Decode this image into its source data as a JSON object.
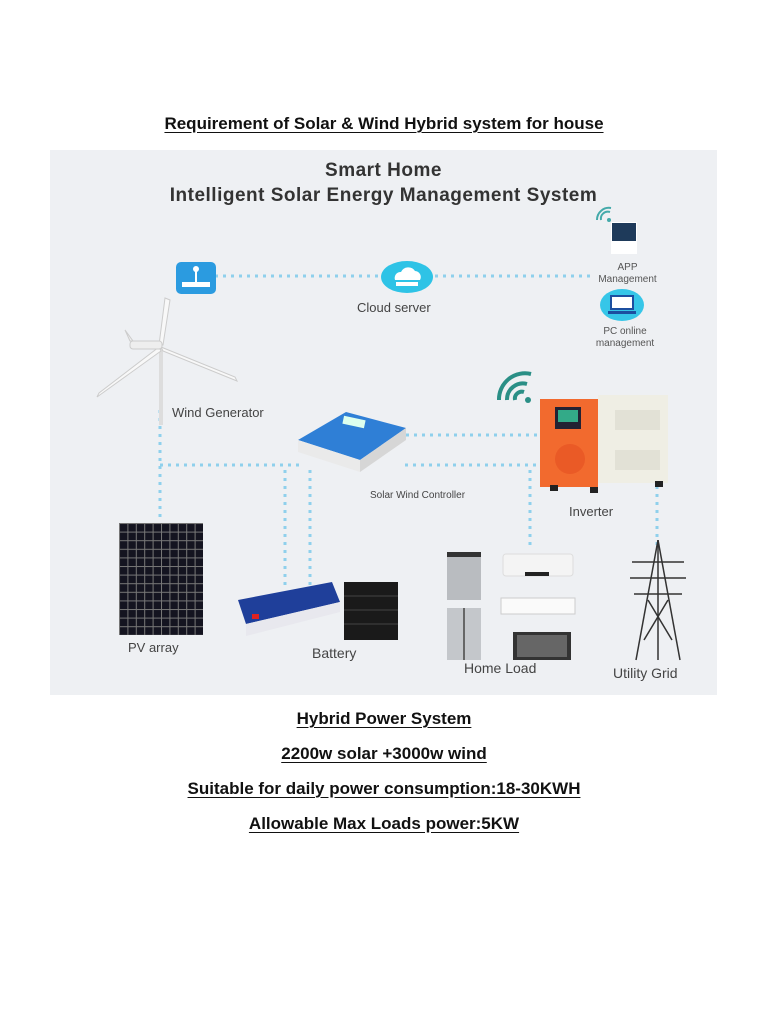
{
  "document": {
    "title": "Requirement of Solar & Wind Hybrid system for house"
  },
  "figure": {
    "heading_line1": "Smart Home",
    "heading_line2": "Intelligent Solar Energy Management System",
    "background_color": "#eef0f3",
    "connector_color": "#8fd0ec",
    "components": {
      "router": {
        "icon": "wifi-router-icon"
      },
      "cloud_server": {
        "label": "Cloud server",
        "icon": "cloud-icon"
      },
      "app_management": {
        "label_line1": "APP",
        "label_line2": "Management",
        "icon": "smartphone-icon"
      },
      "pc_management": {
        "label_line1": "PC online",
        "label_line2": "management",
        "icon": "computer-monitor-icon"
      },
      "wind_generator": {
        "label": "Wind Generator",
        "icon": "wind-turbine-icon"
      },
      "controller": {
        "label": "Solar Wind Controller",
        "icon": "charge-controller-icon",
        "color": "#2f7fd6"
      },
      "inverter": {
        "label": "Inverter",
        "icon": "inverter-icon",
        "color": "#f26a2e"
      },
      "pv_array": {
        "label": "PV array",
        "icon": "solar-panel-icon"
      },
      "battery": {
        "label": "Battery",
        "icon": "battery-icon"
      },
      "home_load": {
        "label": "Home Load",
        "icon": "home-appliances-icon"
      },
      "utility_grid": {
        "label": "Utility Grid",
        "icon": "transmission-tower-icon"
      }
    }
  },
  "specs": {
    "line1": "Hybrid Power System",
    "line2": "2200w solar +3000w wind",
    "line3": "Suitable for daily power consumption:18-30KWH",
    "line4": " Allowable Max Loads power:5KW"
  }
}
